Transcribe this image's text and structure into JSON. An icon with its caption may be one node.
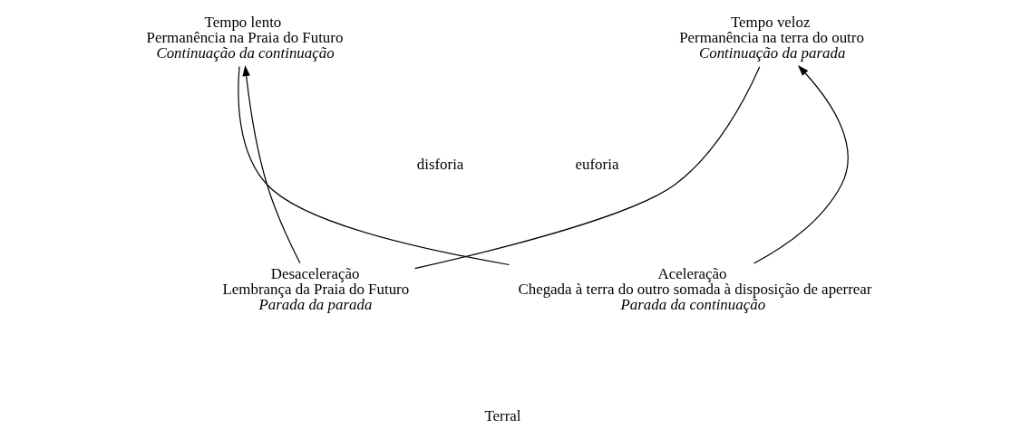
{
  "diagram": {
    "nodes": [
      {
        "text": [
          "Tempo lento",
          "Permanência na Praia do Futuro",
          "Continuação da continuação"
        ]
      },
      {
        "text": [
          "Tempo veloz",
          "Permanência na terra do outro",
          "Continuação da parada"
        ]
      },
      {
        "text": [
          "Desaceleração",
          "Lembrança da Praia do Futuro",
          "Parada da parada"
        ]
      },
      {
        "text": [
          "Aceleração",
          "Chegada à terra do outro somada à disposição de aperrear",
          "Parada da continuação"
        ]
      }
    ],
    "edges": [
      {
        "from": 2,
        "to": 0,
        "arrow": "to"
      },
      {
        "from": 3,
        "to": 1,
        "arrow": "to"
      },
      {
        "from": 0,
        "to": 3,
        "arrow": "none"
      },
      {
        "from": 2,
        "to": 1,
        "arrow": "none"
      }
    ],
    "labels": [
      "euforia",
      "disforia",
      "Terral"
    ]
  }
}
